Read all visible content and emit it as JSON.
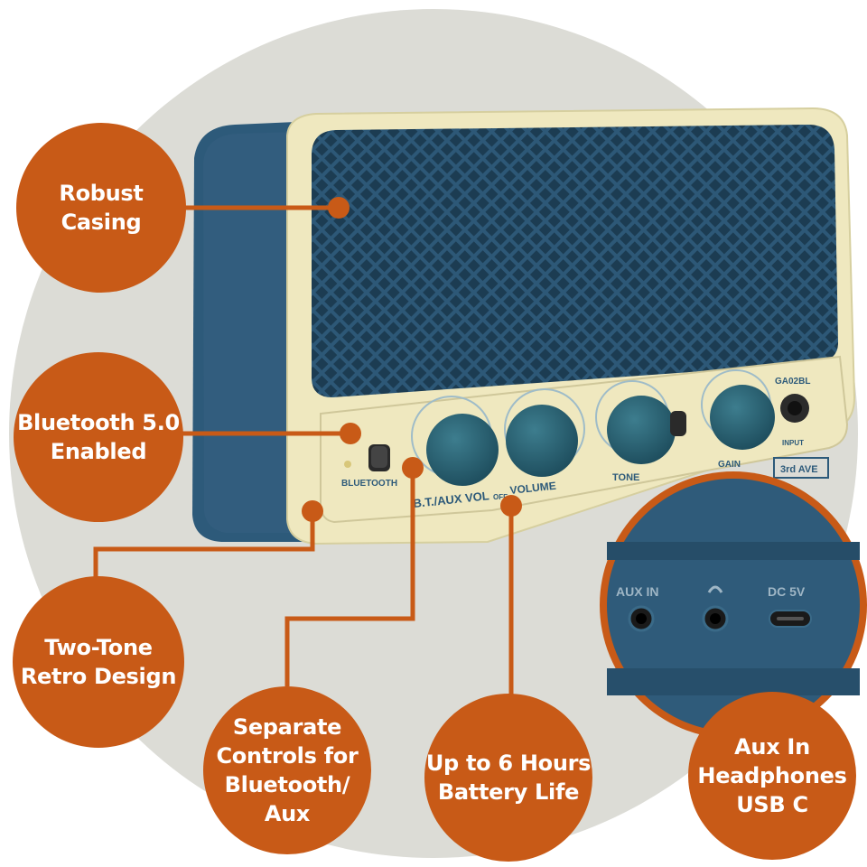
{
  "callouts": [
    {
      "id": "robust",
      "text": "Robust\nCasing"
    },
    {
      "id": "bluetooth",
      "text": "Bluetooth 5.0\nEnabled"
    },
    {
      "id": "retro",
      "text": "Two-Tone\nRetro Design"
    },
    {
      "id": "controls",
      "text": "Separate\nControls for\nBluetooth/\nAux"
    },
    {
      "id": "battery",
      "text": "Up to 6 Hours\nBattery Life"
    },
    {
      "id": "ports",
      "text": "Aux In\nHeadphones\nUSB C"
    }
  ],
  "panel": {
    "bluetooth": "BLUETOOTH",
    "bt_aux_vol": "B.T./AUX VOL",
    "volume": "VOLUME",
    "off": "OFF",
    "tone": "TONE",
    "gain": "GAIN",
    "model": "GA02BL",
    "input": "INPUT",
    "brand": "3rd AVE"
  },
  "ports_panel": {
    "aux_in": "AUX IN",
    "dc": "DC 5V"
  },
  "colors": {
    "accent": "#c85a17",
    "body_blue": "#2f5b7a",
    "cream": "#efe8bf",
    "background_circle": "#dcdcd6"
  }
}
